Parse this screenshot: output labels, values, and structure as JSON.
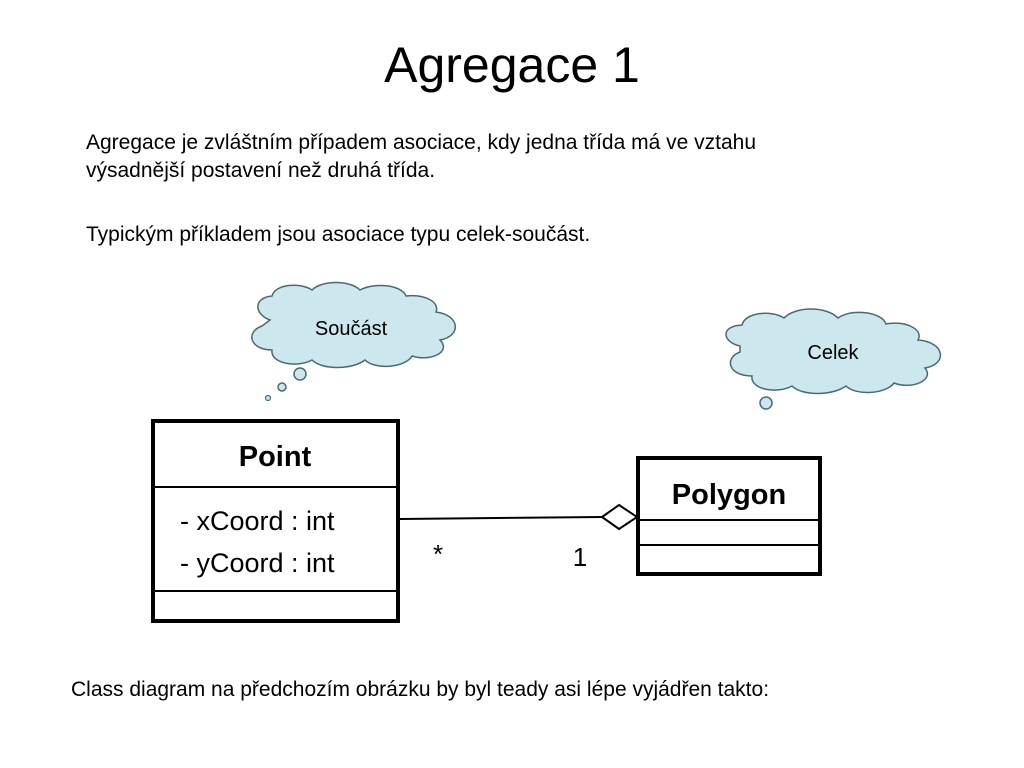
{
  "slide": {
    "title": "Agregace 1",
    "paragraph1_line1": "Agregace je zvláštním případem asociace, kdy jedna třída má ve vztahu",
    "paragraph1_line2": "výsadnější postavení než druhá třída.",
    "paragraph2": "Typickým příkladem jsou asociace typu celek-součást.",
    "bottom_text": "Class diagram na předchozím obrázku by byl teady asi lépe vyjádřen takto:"
  },
  "diagram": {
    "callouts": {
      "part_label": "Součást",
      "whole_label": "Celek"
    },
    "class_point": {
      "name": "Point",
      "attributes": [
        "- xCoord : int",
        "- yCoord : int"
      ]
    },
    "class_polygon": {
      "name": "Polygon"
    },
    "association": {
      "multiplicity_point": "*",
      "multiplicity_polygon": "1"
    },
    "colors": {
      "callout_fill": "#cce8ee",
      "line": "#000000"
    }
  }
}
